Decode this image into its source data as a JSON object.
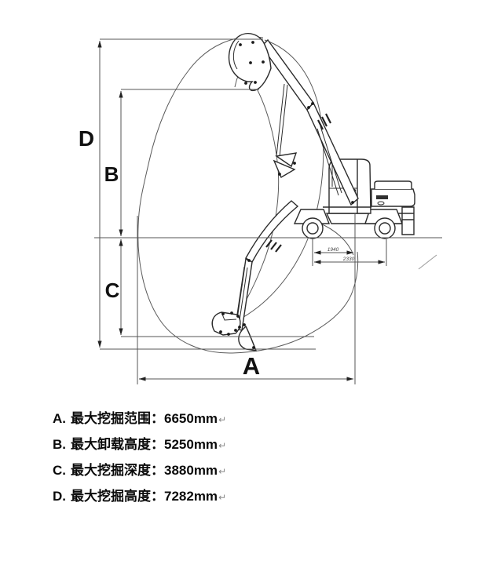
{
  "diagram": {
    "dim_labels": {
      "a": "A",
      "b": "B",
      "c": "C",
      "d": "D"
    },
    "wheel_dims": [
      {
        "value": "1940"
      },
      {
        "value": "2330"
      }
    ],
    "colors": {
      "construction_line": "#5a5a5a",
      "machine_line": "#2b2b2b",
      "label_text": "#111111",
      "background": "#ffffff"
    }
  },
  "specs": {
    "separator": "：",
    "line_break_mark": "↵",
    "items": [
      {
        "prefix": "A.",
        "label": "最大挖掘范围",
        "value": "6650mm"
      },
      {
        "prefix": "B.",
        "label": "最大卸载高度",
        "value": "5250mm"
      },
      {
        "prefix": "C.",
        "label": "最大挖掘深度",
        "value": "3880mm"
      },
      {
        "prefix": "D.",
        "label": "最大挖掘高度",
        "value": "7282mm"
      }
    ]
  }
}
